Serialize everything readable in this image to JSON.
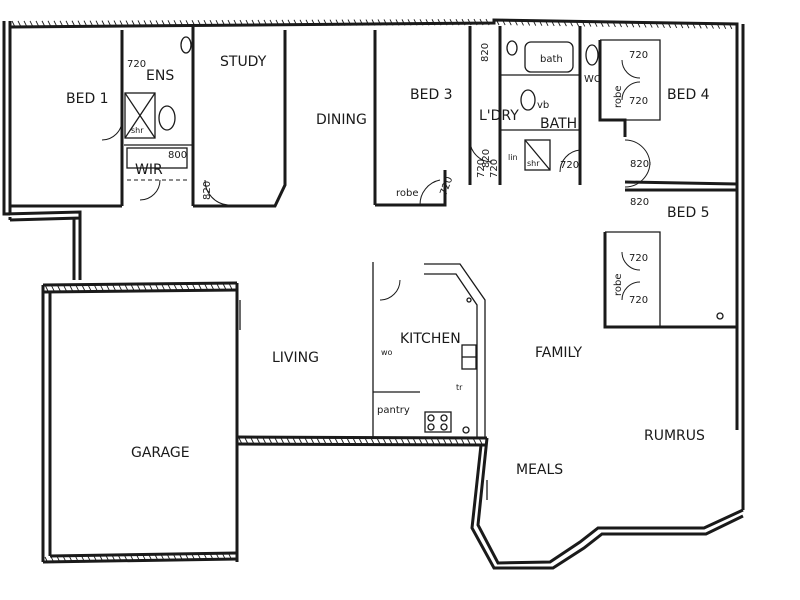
{
  "rooms": {
    "bed1": "BED 1",
    "ens": "ENS",
    "study": "STUDY",
    "dining": "DINING",
    "bed3": "BED 3",
    "bath": "BATH",
    "bath_tub": "bath",
    "ldry": "L'DRY",
    "wc_right": "WC",
    "bed4": "BED 4",
    "bed5": "BED 5",
    "wir": "WIR",
    "living": "LIVING",
    "kitchen": "KITCHEN",
    "family": "FAMILY",
    "garage": "GARAGE",
    "rumpus": "RUMRUS",
    "meals": "MEALS",
    "pantry": "pantry",
    "robe_bed3": "robe",
    "robe_bed4": "robe",
    "robe_bed5": "robe"
  },
  "fixtures": {
    "shr_ens": "shr",
    "shr_bath": "shr",
    "vb": "vb",
    "lin": "lin",
    "wo": "wo",
    "tr": "tr"
  },
  "doors": {
    "d_ens_top": "720",
    "d_wir": "800",
    "d_study": "820",
    "d_bed3": "720",
    "d_ldry_a": "820",
    "d_ldry_b": "720",
    "d_ldry_c": "720",
    "d_bath": "720",
    "d_bed4_robe_a": "720",
    "d_bed4_robe_b": "720",
    "d_bed4": "820",
    "d_bed5": "820",
    "d_bed5_robe_a": "720",
    "d_bed5_robe_b": "720",
    "d_ldry_top": "820"
  }
}
